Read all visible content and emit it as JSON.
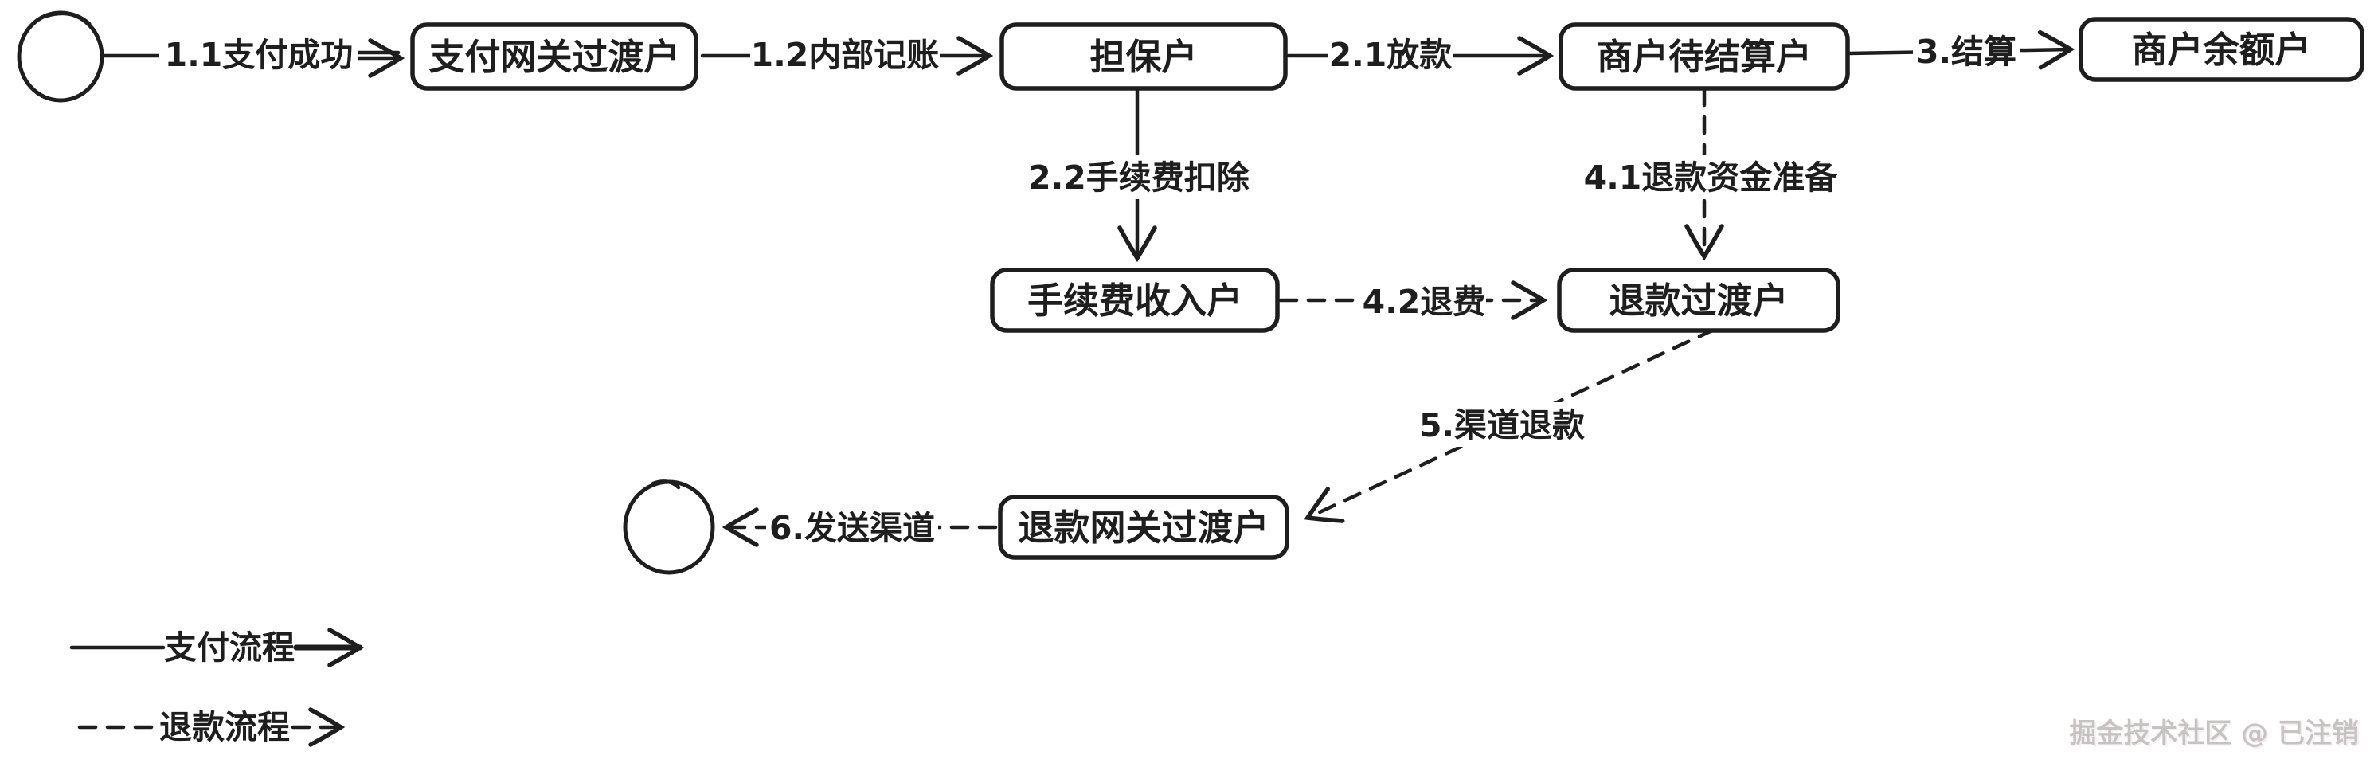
{
  "diagram": {
    "nodes": {
      "payment_gateway_transit": "支付网关过渡户",
      "guarantee_account": "担保户",
      "merchant_pending_settlement": "商户待结算户",
      "merchant_balance": "商户余额户",
      "fee_income": "手续费收入户",
      "refund_transit": "退款过渡户",
      "refund_gateway_transit": "退款网关过渡户"
    },
    "edges": {
      "payment_success": "1.1支付成功",
      "internal_booking": "1.2内部记账",
      "loan_disbursement": "2.1放款",
      "settlement": "3.结算",
      "fee_deduction": "2.2手续费扣除",
      "refund_fund_preparation": "4.1退款资金准备",
      "refund_fee": "4.2退费",
      "channel_refund": "5.渠道退款",
      "send_channel": "6.发送渠道"
    },
    "legend": {
      "payment_flow": "支付流程",
      "refund_flow": "退款流程"
    },
    "watermark": "掘金技术社区 @ 已注销",
    "colors": {
      "stroke": "#1e1e1e",
      "background": "#ffffff",
      "watermark": "#c7c3c3"
    }
  }
}
